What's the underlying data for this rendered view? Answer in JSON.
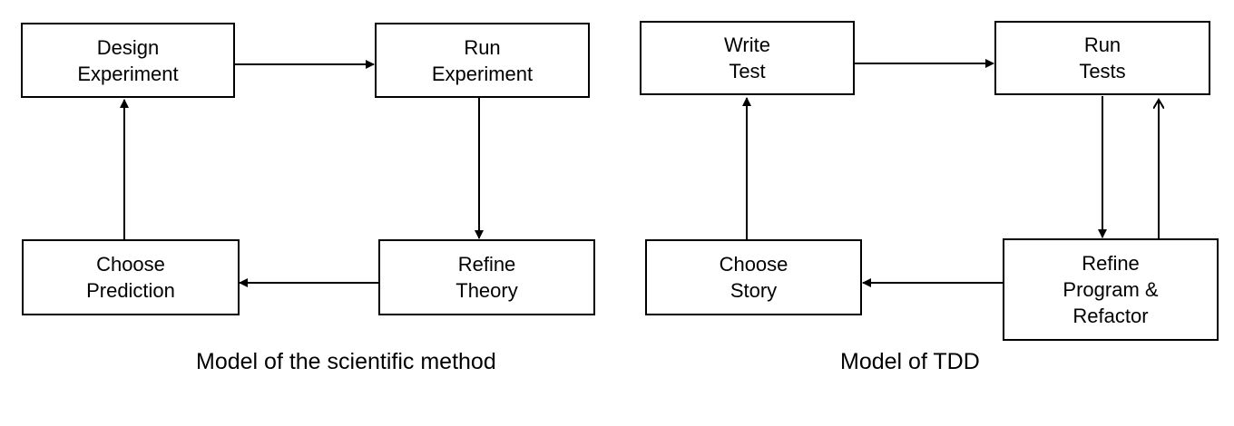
{
  "scientific_method": {
    "caption": "Model of the scientific method",
    "design_experiment": [
      "Design",
      "Experiment"
    ],
    "run_experiment": [
      "Run",
      "Experiment"
    ],
    "refine_theory": [
      "Refine",
      "Theory"
    ],
    "choose_prediction": [
      "Choose",
      "Prediction"
    ]
  },
  "tdd": {
    "caption": "Model of TDD",
    "write_test": [
      "Write",
      "Test"
    ],
    "run_tests": [
      "Run",
      "Tests"
    ],
    "refine_program": [
      "Refine",
      "Program &",
      "Refactor"
    ],
    "choose_story": [
      "Choose",
      "Story"
    ]
  }
}
